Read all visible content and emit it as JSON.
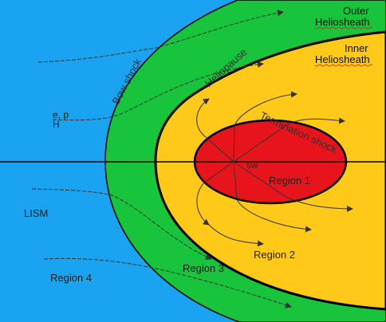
{
  "colors": {
    "lism": "#1aa3f0",
    "outer_heliosheath": "#17c43c",
    "inner_heliosheath": "#ffc91a",
    "supersonic_wind": "#e8141c",
    "boundary": "#000000",
    "streamline": "#333333",
    "squiggle": "#e0141c"
  },
  "labels": {
    "outer_heliosheath_line1": "Outer",
    "outer_heliosheath_line2": "Heliosheath",
    "inner_heliosheath_line1": "Inner",
    "inner_heliosheath_line2": "Heliosheath",
    "bow_shock": "Bow shock",
    "heliopause": "Heliopause",
    "termination_shock": "Termination shock",
    "particles_line1": "e, p",
    "particles_line2": "H",
    "sw": "SW",
    "lism": "LISM",
    "region1": "Region 1",
    "region2": "Region 2",
    "region3": "Region 3",
    "region4": "Region 4"
  }
}
